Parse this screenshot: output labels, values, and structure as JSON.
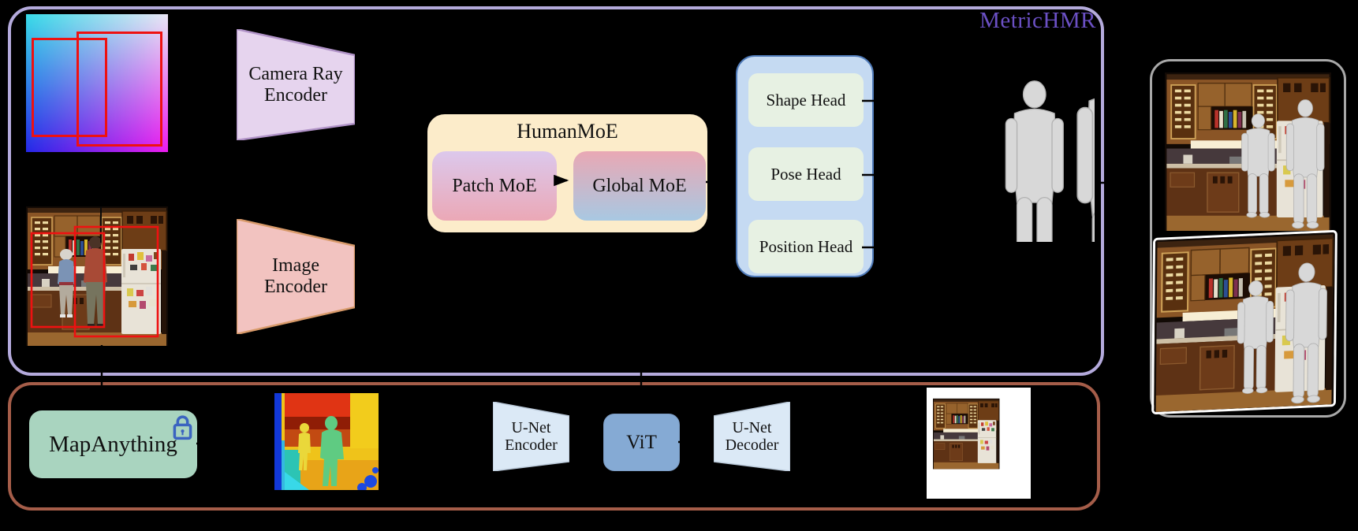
{
  "colors": {
    "bg": "#000000",
    "metric-border": "#b4aadc",
    "metric-title": "#6b50c4",
    "geometry-border": "#a55d49",
    "output-border": "#a8a8a8",
    "camera-ray-fill": "#e6d4ee",
    "camera-ray-border": "#b193c8",
    "image-enc-fill": "#f2c3c0",
    "image-enc-border": "#d89a6a",
    "humanmoe-fill": "#fcecca",
    "patch-top": "#dcc8ec",
    "patch-bottom": "#eba8b6",
    "global-top": "#e9a8b4",
    "global-bottom": "#a8c8e2",
    "heads-fill": "#c5daf2",
    "heads-border": "#4f7ab8",
    "head-item-fill": "#e7f1e3",
    "map-fill": "#a9d4bf",
    "lock": "#3b64c0",
    "unet-fill": "#dbe9f6",
    "unet-border": "#b9c8d8",
    "vit-fill": "#85aad4",
    "bbox-red": "#ee1111",
    "connector": "#000000"
  },
  "metric_module": {
    "title": "MetricHMR",
    "camera_ray_encoder": {
      "line1": "Camera Ray",
      "line2": "Encoder"
    },
    "image_encoder": {
      "line1": "Image",
      "line2": "Encoder"
    },
    "human_moe": {
      "title": "HumanMoE",
      "patch_label": "Patch MoE",
      "global_label": "Global MoE"
    },
    "heads": {
      "items": [
        {
          "label": "Shape Head"
        },
        {
          "label": "Pose Head"
        },
        {
          "label": "Position Head"
        }
      ]
    }
  },
  "geometry_module": {
    "map_anything_label": "MapAnything",
    "unet_encoder": {
      "line1": "U-Net",
      "line2": "Encoder"
    },
    "vit_label": "ViT",
    "unet_decoder": {
      "line1": "U-Net",
      "line2": "Decoder"
    }
  },
  "icons": {
    "lock": "lock-icon"
  },
  "figures": {
    "camera_ray_map": "camera-ray-direction-map",
    "input_image": "kitchen-photo-with-person-bboxes",
    "depth_map": "metric-depth-map",
    "point_cloud": "scene-point-cloud",
    "mesh_output": "reconstructed-human-meshes",
    "composite_front": "mesh-scene-composite-front",
    "composite_tilted": "mesh-scene-composite-tilted"
  }
}
